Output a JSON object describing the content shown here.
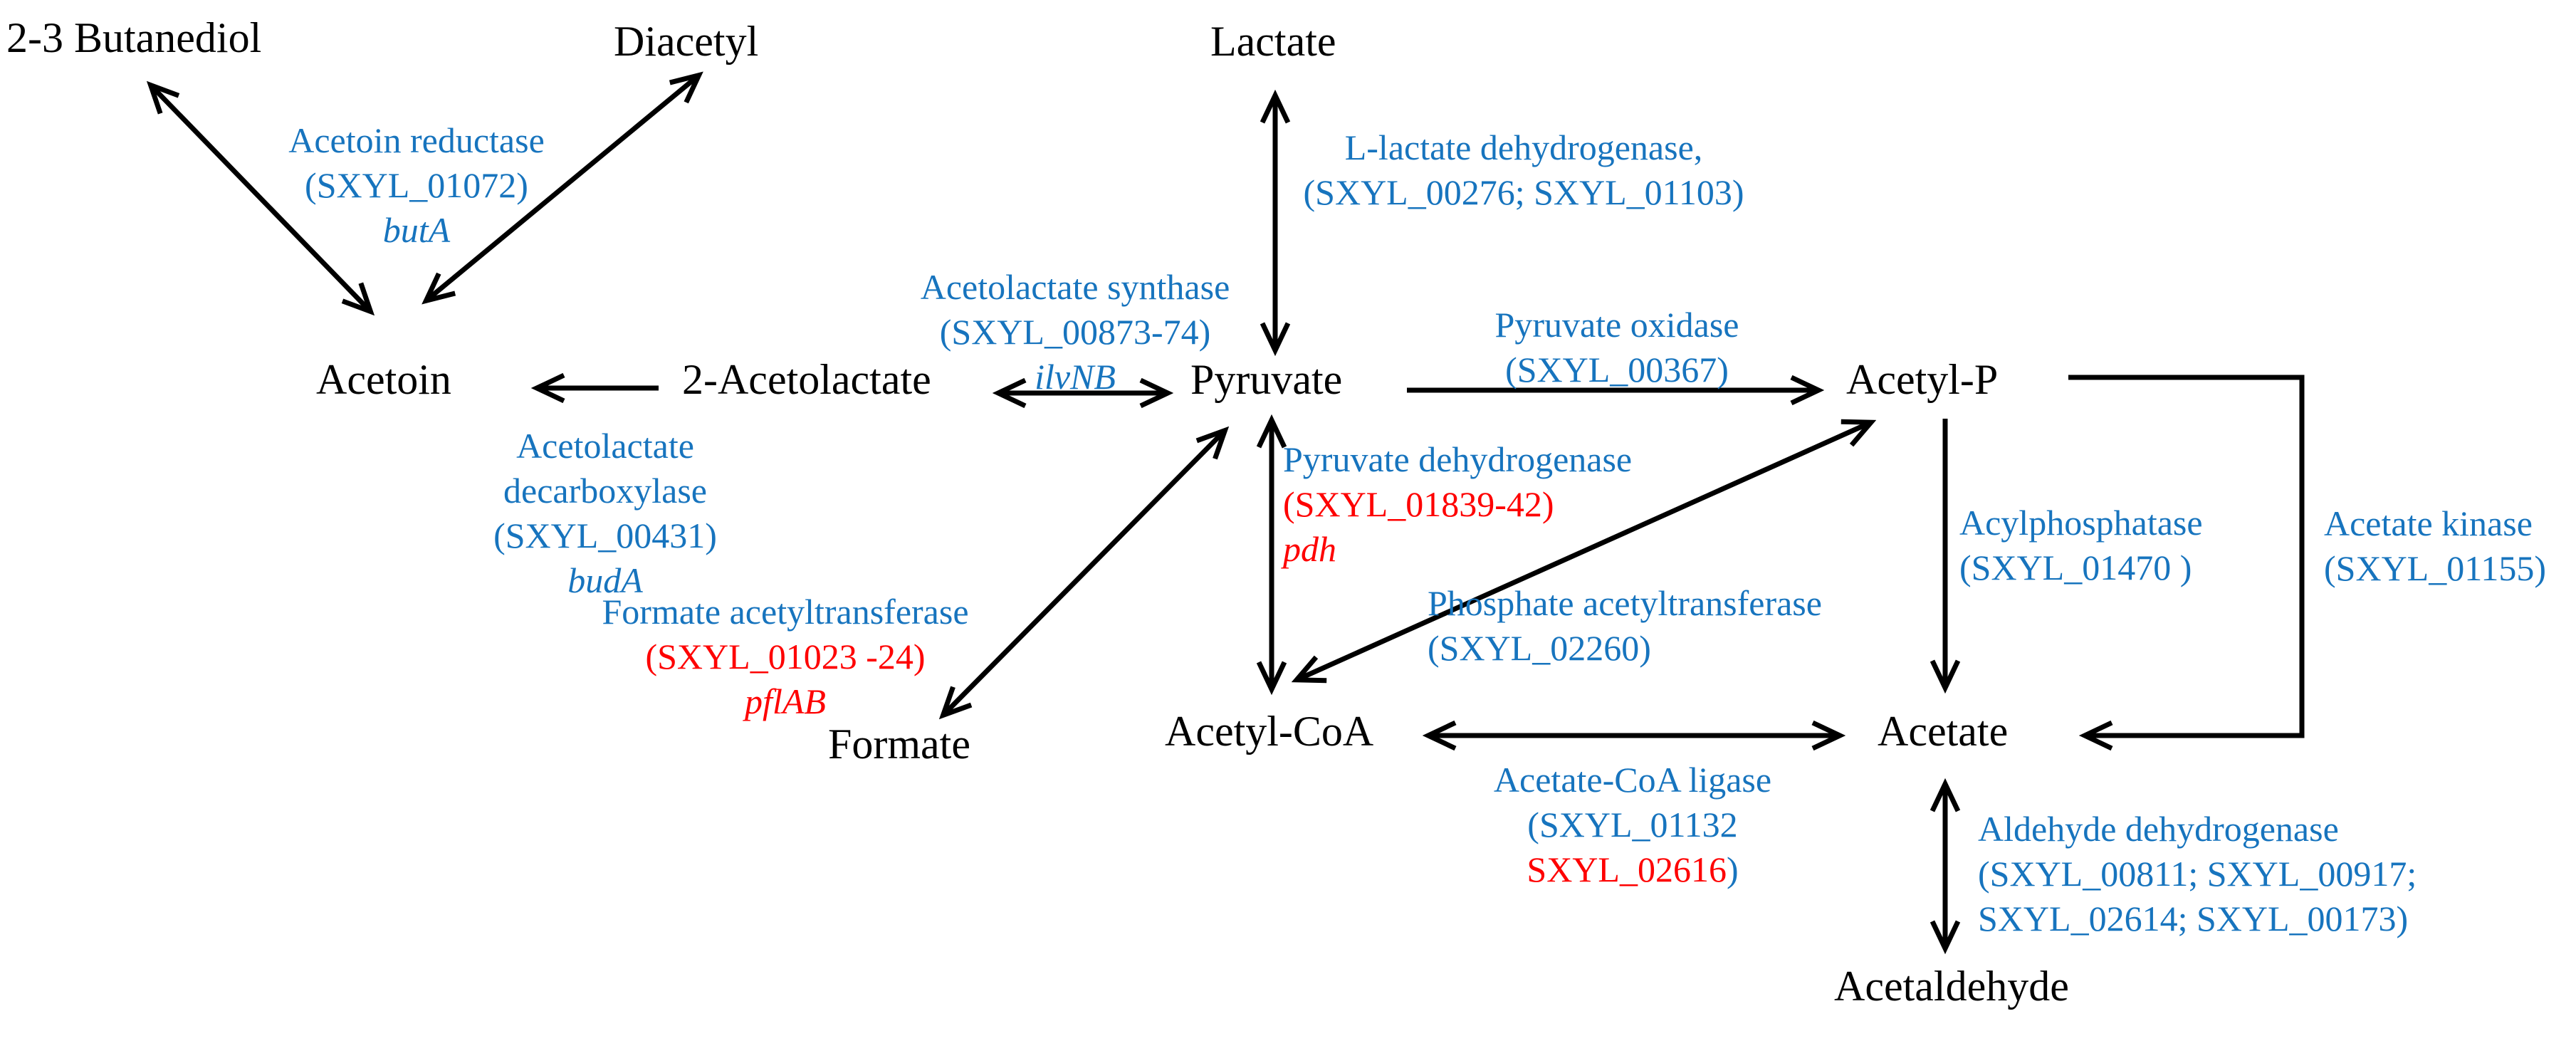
{
  "colors": {
    "metabolite": "#000000",
    "enzyme": "#1774be",
    "highlight": "#fe0000"
  },
  "metabolites": {
    "butanediol": "2-3 Butanediol",
    "diacetyl": "Diacetyl",
    "lactate": "Lactate",
    "acetoin": "Acetoin",
    "acetolactate": "2-Acetolactate",
    "pyruvate": "Pyruvate",
    "acetyl_p": "Acetyl-P",
    "formate": "Formate",
    "acetyl_coa": "Acetyl-CoA",
    "acetate": "Acetate",
    "acetaldehyde": "Acetaldehyde"
  },
  "enzymes": {
    "acetoin_reductase": {
      "name": "Acetoin reductase",
      "locus": "(SXYL_01072)",
      "gene": "butA"
    },
    "lactate_dehydrogenase": {
      "name": "L-lactate dehydrogenase,",
      "locus": "(SXYL_00276; SXYL_01103)"
    },
    "acetolactate_synthase": {
      "name": "Acetolactate synthase",
      "locus": "(SXYL_00873-74)",
      "gene": "ilvNB"
    },
    "acetolactate_decarboxylase": {
      "name_line1": "Acetolactate",
      "name_line2": "decarboxylase",
      "locus": "(SXYL_00431)",
      "gene": "budA"
    },
    "pyruvate_oxidase": {
      "name": "Pyruvate oxidase",
      "locus": "(SXYL_00367)"
    },
    "pyruvate_dehydrogenase": {
      "name": "Pyruvate dehydrogenase",
      "locus": "(SXYL_01839-42)",
      "gene": "pdh"
    },
    "formate_acetyltransferase": {
      "name": "Formate acetyltransferase",
      "locus": "(SXYL_01023 -24)",
      "gene": "pflAB"
    },
    "phosphate_acetyltransferase": {
      "name": "Phosphate acetyltransferase",
      "locus": "(SXYL_02260)"
    },
    "acylphosphatase": {
      "name": "Acylphosphatase",
      "locus": "(SXYL_01470 )"
    },
    "acetate_kinase": {
      "name": "Acetate kinase",
      "locus": "(SXYL_01155)"
    },
    "acetate_coa_ligase": {
      "name": "Acetate-CoA ligase",
      "locus_open": "(SXYL_01132",
      "locus_red": "SXYL_02616",
      "locus_close": ")"
    },
    "aldehyde_dehydrogenase": {
      "name": "Aldehyde dehydrogenase",
      "locus_line1": "(SXYL_00811; SXYL_00917;",
      "locus_line2": "SXYL_02614; SXYL_00173)"
    }
  }
}
